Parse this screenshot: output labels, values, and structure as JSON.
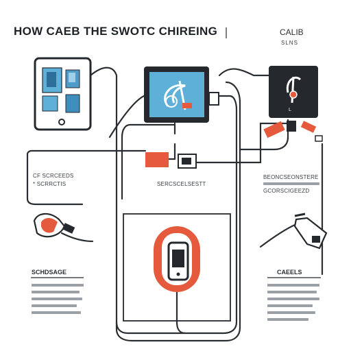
{
  "title": "HOW CAEB THE SWOTC CHIREING",
  "top_right_label": "CALIB",
  "top_right_sub": "SLNS",
  "left_label": "CF SCRCEEDS",
  "left_sub": "* SCRRCTIS",
  "center_label": "SERCSCELSESTT",
  "right_label": "BEONCSEONSTERE",
  "right_sub": "GCORSCIGEEZD",
  "bottom_left_title": "SCHDSAGE",
  "bottom_right_title": "CAEELS",
  "colors": {
    "dark": "#25292d",
    "accent": "#e55a3c",
    "screen_blue": "#5fb0d8",
    "light_blue": "#9fd0ea",
    "gray": "#9aa0a6"
  }
}
